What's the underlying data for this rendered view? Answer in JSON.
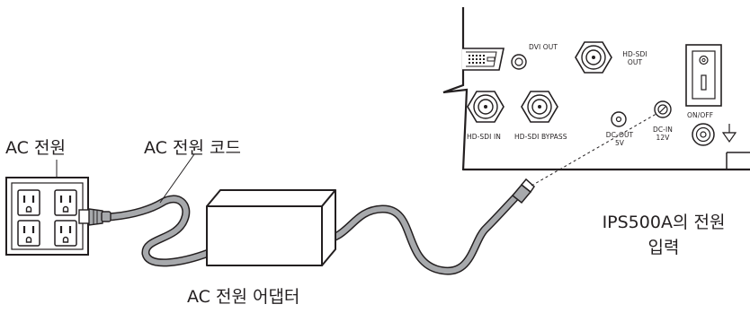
{
  "labels": {
    "ac_power": "AC 전원",
    "ac_power_cord": "AC 전원 코드",
    "ips_power_line1": "IPS500A의 전원",
    "ips_power_line2": "입력",
    "ac_adapter": "AC 전원 어댑터"
  },
  "device_labels": {
    "dvi_out": "DVI OUT",
    "hd_sdi_out_line1": "HD-SDI",
    "hd_sdi_out_line2": "OUT",
    "hd_sdi_in": "HD-SDI IN",
    "hd_sdi_bypass": "HD-SDI BYPASS",
    "dc_out_line1": "DC-OUT",
    "dc_out_line2": "5V",
    "dc_in_line1": "DC-IN",
    "dc_in_line2": "12V",
    "on_off": "ON/OFF"
  },
  "colors": {
    "line": "#231f20",
    "cable": "#a7a9ac"
  }
}
